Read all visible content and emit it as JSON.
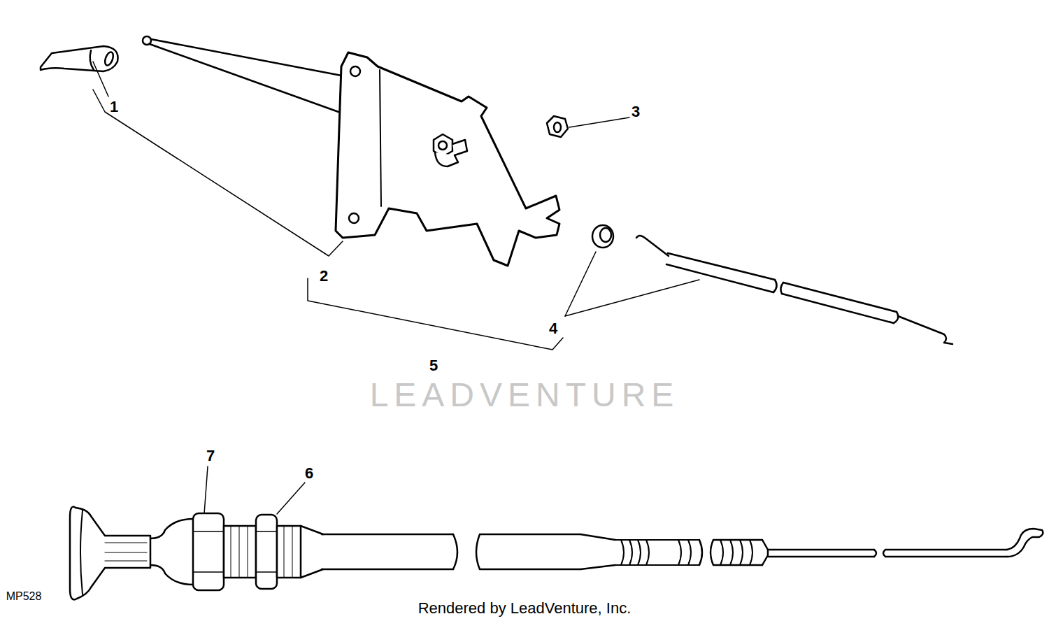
{
  "diagram": {
    "labels": [
      "1",
      "2",
      "3",
      "4",
      "5",
      "6",
      "7",
      "MP528",
      "Rendered by LeadVenture, Inc.",
      "LEADVENTURE"
    ]
  }
}
